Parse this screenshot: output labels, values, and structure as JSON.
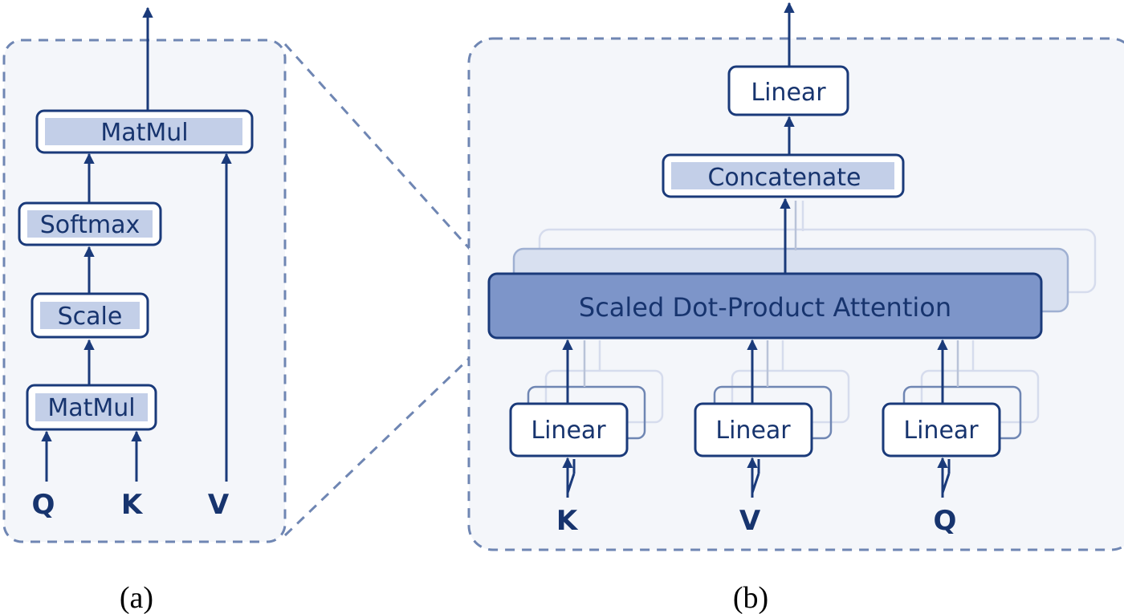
{
  "panel_a": {
    "caption": "(a)",
    "matmul_top": "MatMul",
    "softmax": "Softmax",
    "scale": "Scale",
    "matmul_bottom": "MatMul",
    "input_q": "Q",
    "input_k": "K",
    "input_v": "V"
  },
  "panel_b": {
    "caption": "(b)",
    "linear_top": "Linear",
    "concatenate": "Concatenate",
    "attention": "Scaled Dot-Product Attention",
    "linear_k": "Linear",
    "linear_v": "Linear",
    "linear_q": "Linear",
    "input_k": "K",
    "input_v": "V",
    "input_q": "Q"
  },
  "colors": {
    "stroke": "#1a3a7a",
    "fill_light": "#c3cfe8",
    "attention_fill": "#7d95c9",
    "dashed_border": "#6f86b3"
  }
}
